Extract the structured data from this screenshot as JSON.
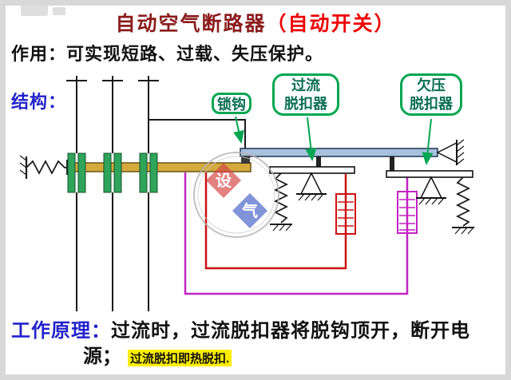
{
  "title": {
    "main": "自动空气断路器",
    "paren": "（自动开关）"
  },
  "function_row": {
    "label": "作用：",
    "text": "可实现短路、过载、失压保护。"
  },
  "structure_label": "结构：",
  "diagram": {
    "labels": {
      "lock_hook": "锁钩",
      "overcurrent_l1": "过流",
      "overcurrent_l2": "脱扣器",
      "undervoltage_l1": "欠压",
      "undervoltage_l2": "脱扣器"
    },
    "watermark": {
      "char_top": "设",
      "char_bottom": "气"
    }
  },
  "principle": {
    "label": "工作原理：",
    "line1": "过流时，过流脱扣器将脱钩顶开，断开电",
    "line2": "源；",
    "note": "过流脱扣即热脱扣."
  },
  "colors": {
    "title_dark_red": "#8b1c1c",
    "title_red": "#ee0000",
    "blue_label": "#2222cc",
    "label_green_border": "#00a651",
    "label_green_text": "#0a6e52",
    "bar_yellow": "#d5a93e",
    "bar_blue": "#a8c2de",
    "wire_red": "#cc1111",
    "wire_magenta": "#c322c3",
    "contact_green": "#2fa45a",
    "note_highlight": "#ffee00"
  }
}
